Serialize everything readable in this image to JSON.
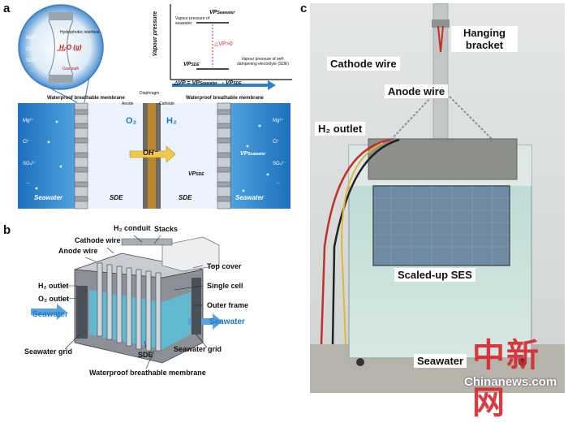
{
  "panels": {
    "a": "a",
    "b": "b",
    "c": "c"
  },
  "panel_a": {
    "bubble_labels": {
      "interface": "Hydrophobic interface",
      "vapor": "H₂O (g)",
      "gas_path": "Gas path"
    },
    "ions_left": [
      "Mg²⁺",
      "Cl⁻",
      "SO₄²⁻",
      "..."
    ],
    "graph": {
      "ylabel": "Vapour pressure",
      "vp_sea": "VP",
      "vp_sea_sub": "Seawater",
      "vp_sea_desc": "Vapour pressure of seawater",
      "delta_vp": "△VP>0",
      "vp_sde": "VP",
      "vp_sde_sub": "SDE",
      "vp_sde_desc": "Vapour pressure of self-dampening electrolyte (SDE)",
      "equal": "△VP = VP",
      "equal_sub1": "Seawater",
      "equal_sub2": "SDE"
    },
    "labels": {
      "membrane_left": "Waterproof breathable membrane",
      "membrane_right": "Waterproof breathable membrane",
      "anode": "Anode",
      "diaphragm": "Diaphragm",
      "cathode": "Cathode",
      "o2": "O₂",
      "h2": "H₂",
      "oh": "OH⁻",
      "sde_left": "SDE",
      "sde_right": "SDE",
      "vp_sde": "VP",
      "vp_sde_sub": "SDE",
      "vp_sea": "VP",
      "vp_sea_sub": "Seawater",
      "seawater_left": "Seawater",
      "seawater_right": "Seawater"
    },
    "ions_right": [
      "Mg²⁺",
      "Cl⁻",
      "SO₄²⁻",
      "..."
    ]
  },
  "panel_b": {
    "labels": {
      "h2_conduit": "H₂ conduit",
      "stacks": "Stacks",
      "cathode_wire": "Cathode wire",
      "anode_wire": "Anode wire",
      "top_cover": "Top cover",
      "h2_outlet": "H₂ outlet",
      "o2_outlet": "O₂ outlet",
      "single_cell": "Single cell",
      "outer_frame": "Outer frame",
      "seawater_in": "Seawater",
      "seawater_out": "Seawater",
      "grid_left": "Seawater grid",
      "grid_right": "Seawater grid",
      "sde": "SDE",
      "membrane": "Waterproof breathable membrane"
    }
  },
  "panel_c": {
    "labels": {
      "hanging_bracket": "Hanging bracket",
      "cathode_wire": "Cathode wire",
      "anode_wire": "Anode wire",
      "h2_outlet": "H₂ outlet",
      "scaled_up": "Scaled-up SES",
      "seawater": "Seawater"
    }
  },
  "watermark": {
    "chars": "中新网",
    "site": "Chinanews.com"
  },
  "colors": {
    "seawater_blue": "#2f7fc8",
    "sde_light": "#e9f3fb",
    "label_blue": "#1f78c8",
    "wm_red": "#d8262e"
  }
}
